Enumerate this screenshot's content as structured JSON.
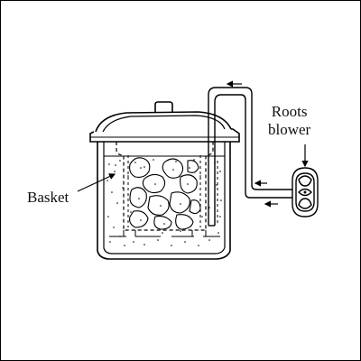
{
  "labels": {
    "basket": "Basket",
    "roots_line1": "Roots",
    "roots_line2": "blower"
  }
}
